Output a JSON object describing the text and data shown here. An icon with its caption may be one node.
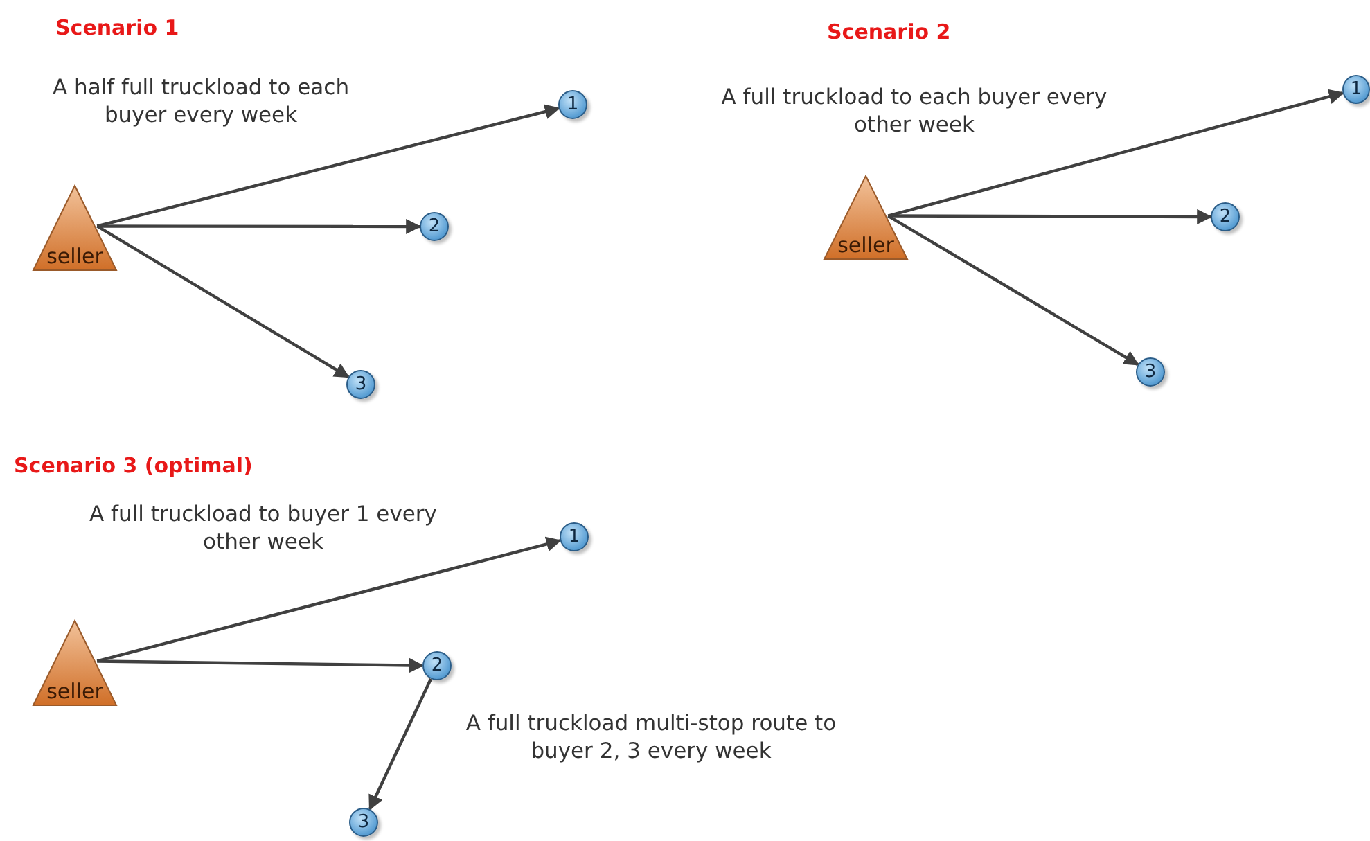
{
  "diagram": {
    "nodes": [
      {
        "text": [
          "seller"
        ]
      },
      {
        "text": [
          "1"
        ]
      },
      {
        "text": [
          "2"
        ]
      },
      {
        "text": [
          "3"
        ]
      },
      {
        "text": [
          "seller"
        ]
      },
      {
        "text": [
          "1"
        ]
      },
      {
        "text": [
          "2"
        ]
      },
      {
        "text": [
          "3"
        ]
      },
      {
        "text": [
          "seller"
        ]
      },
      {
        "text": [
          "1"
        ]
      },
      {
        "text": [
          "2"
        ]
      },
      {
        "text": [
          "3"
        ]
      }
    ],
    "edges": [
      {
        "from": 0,
        "to": 1,
        "arrow": "to"
      },
      {
        "from": 0,
        "to": 2,
        "arrow": "to"
      },
      {
        "from": 0,
        "to": 3,
        "arrow": "to"
      },
      {
        "from": 4,
        "to": 5,
        "arrow": "to"
      },
      {
        "from": 4,
        "to": 6,
        "arrow": "to"
      },
      {
        "from": 4,
        "to": 7,
        "arrow": "to"
      },
      {
        "from": 8,
        "to": 9,
        "arrow": "to"
      },
      {
        "from": 8,
        "to": 10,
        "arrow": "to"
      },
      {
        "from": 10,
        "to": 11,
        "arrow": "to"
      }
    ],
    "labels": [
      "Scenario 1",
      "A half full truckload to each buyer every week",
      "Scenario 2",
      "A full truckload to each buyer every other week",
      "Scenario 3 (optimal)",
      "A full truckload to buyer 1 every other week",
      "A full truckload multi-stop route to buyer 2, 3 every week"
    ]
  }
}
